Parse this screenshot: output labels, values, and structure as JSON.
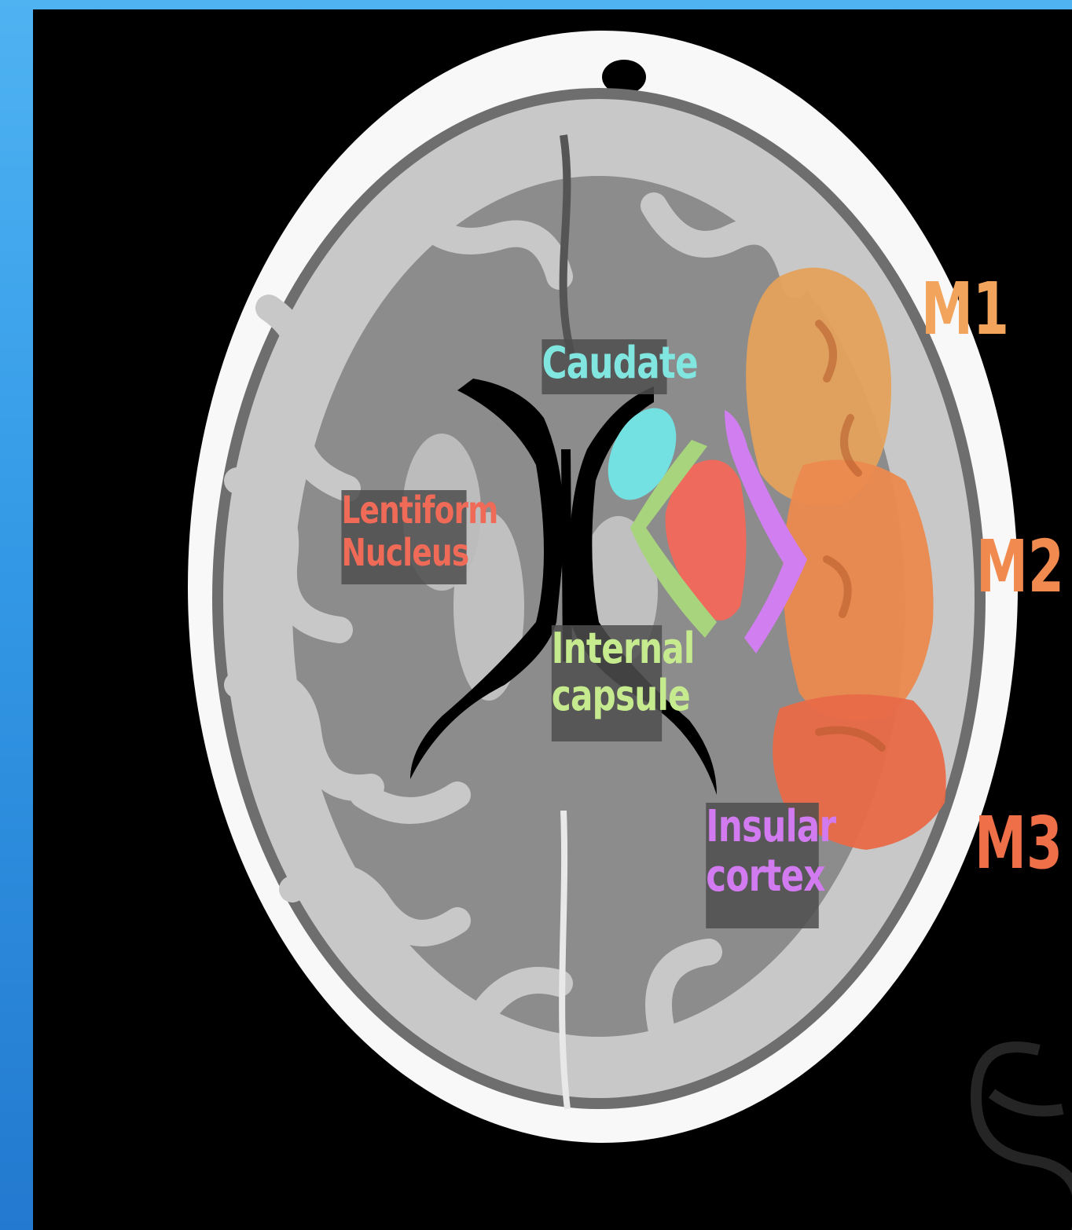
{
  "labels": {
    "caudate": {
      "text": "Caudate",
      "color": "#80e6df"
    },
    "lentiform_line1": {
      "text": "Lentiform",
      "color": "#f06a58"
    },
    "lentiform_line2": {
      "text": "Nucleus",
      "color": "#f06a58"
    },
    "internal_line1": {
      "text": "Internal",
      "color": "#c6eb8e"
    },
    "internal_line2": {
      "text": "capsule",
      "color": "#c6eb8e"
    },
    "insular_line1": {
      "text": "Insular",
      "color": "#d27bf0"
    },
    "insular_line2": {
      "text": "cortex",
      "color": "#d27bf0"
    }
  },
  "segments": {
    "m1": {
      "text": "M1",
      "color": "#f2a45c"
    },
    "m2": {
      "text": "M2",
      "color": "#f08a4f"
    },
    "m3": {
      "text": "M3",
      "color": "#ee6f48"
    }
  },
  "icons": [
    "brain-ct-slice",
    "watermark-logo"
  ],
  "colors": {
    "background_gradient": [
      "#4fb3f2",
      "#2379cf"
    ],
    "panel": "#000000",
    "white_matter": "#8f8f8f",
    "grey_matter": "#c9c9c9",
    "skull": "#ffffff"
  }
}
